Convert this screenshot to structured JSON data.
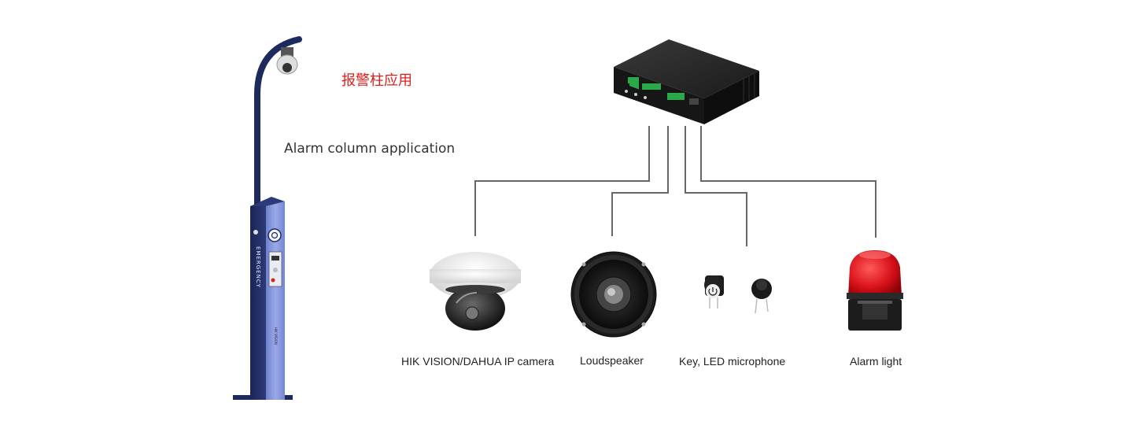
{
  "title_cn": "报警柱应用",
  "title_en": "Alarm column application",
  "pole_text": "EMERGENCY",
  "devices": [
    {
      "name": "camera",
      "label": "HIK VISION/DAHUA IP camera"
    },
    {
      "name": "speaker",
      "label": "Loudspeaker"
    },
    {
      "name": "key",
      "label": "Key, LED microphone"
    },
    {
      "name": "alarm",
      "label": "Alarm light"
    }
  ],
  "colors": {
    "title_cn": "#e0201c",
    "pole_blue": "#7d8fd6",
    "pole_dark": "#1d2a5e",
    "connector": "#666666",
    "alarm_red": "#d8121a"
  }
}
